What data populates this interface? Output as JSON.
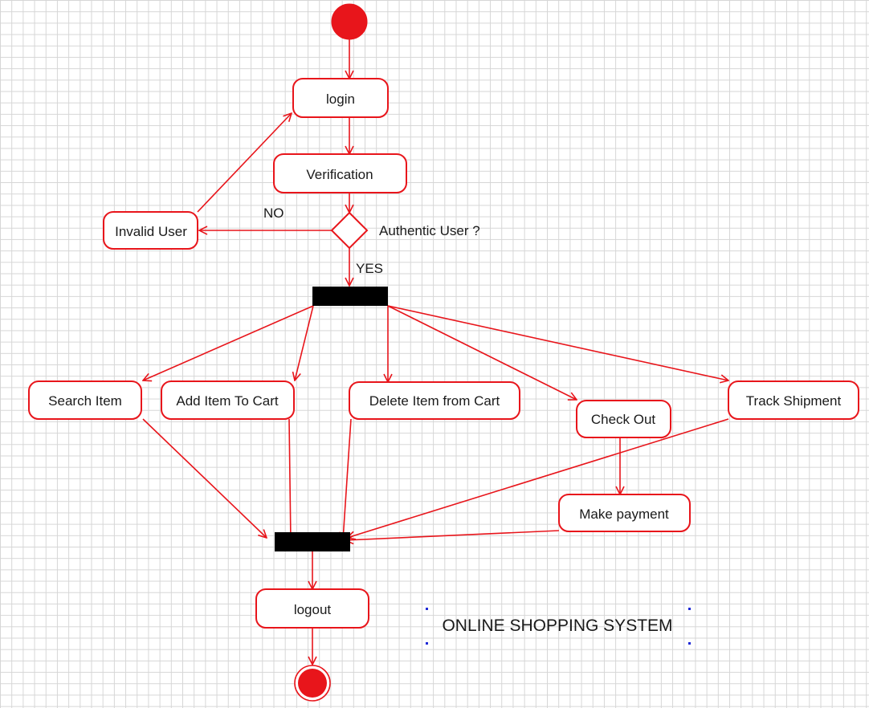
{
  "diagram": {
    "title": "ONLINE SHOPPING SYSTEM",
    "colors": {
      "accent": "#e8151b",
      "bar": "#000000",
      "grid": "#d6d6d6",
      "selection": "#1f2ad6"
    },
    "nodes": {
      "login": "login",
      "verification": "Verification",
      "invalid_user": "Invalid User",
      "search_item": "Search Item",
      "add_to_cart": "Add Item To Cart",
      "delete_from_cart": "Delete Item from Cart",
      "check_out": "Check Out",
      "track_shipment": "Track Shipment",
      "make_payment": "Make payment",
      "logout": "logout"
    },
    "decision": {
      "question": "Authentic User ?",
      "no_label": "NO",
      "yes_label": "YES"
    },
    "edges": [
      {
        "from": "start",
        "to": "login"
      },
      {
        "from": "login",
        "to": "verification"
      },
      {
        "from": "verification",
        "to": "decision"
      },
      {
        "from": "decision",
        "to": "invalid_user",
        "label": "NO"
      },
      {
        "from": "invalid_user",
        "to": "login"
      },
      {
        "from": "decision",
        "to": "fork",
        "label": "YES"
      },
      {
        "from": "fork",
        "to": "search_item"
      },
      {
        "from": "fork",
        "to": "add_to_cart"
      },
      {
        "from": "fork",
        "to": "delete_from_cart"
      },
      {
        "from": "fork",
        "to": "check_out"
      },
      {
        "from": "fork",
        "to": "track_shipment"
      },
      {
        "from": "check_out",
        "to": "make_payment"
      },
      {
        "from": "search_item",
        "to": "join"
      },
      {
        "from": "add_to_cart",
        "to": "join"
      },
      {
        "from": "delete_from_cart",
        "to": "join"
      },
      {
        "from": "track_shipment",
        "to": "join"
      },
      {
        "from": "make_payment",
        "to": "join"
      },
      {
        "from": "join",
        "to": "logout"
      },
      {
        "from": "logout",
        "to": "end"
      }
    ]
  }
}
